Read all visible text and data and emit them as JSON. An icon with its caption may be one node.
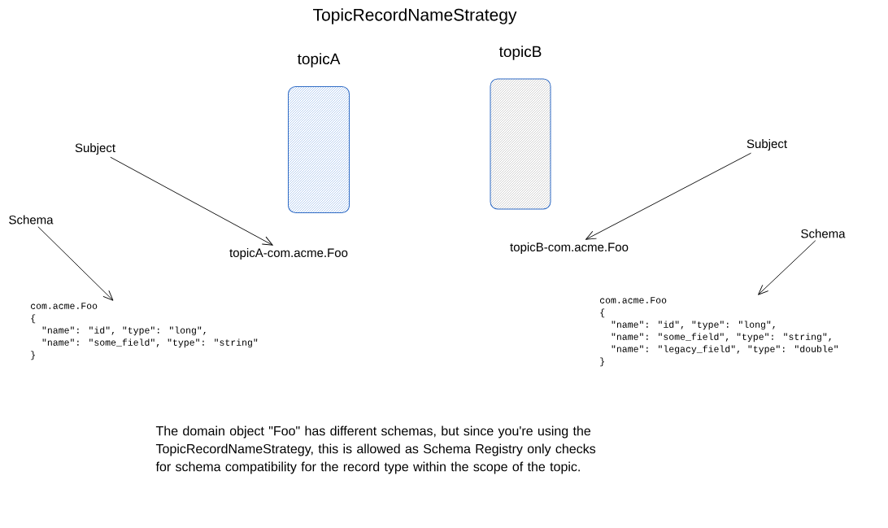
{
  "diagram": {
    "title": "TopicRecordNameStrategy",
    "nodes": [
      {
        "text": [
          "topicA"
        ]
      },
      {
        "text": [
          "topicB"
        ]
      },
      {
        "text": [
          "Subject"
        ]
      },
      {
        "text": [
          "topicA-com.acme.Foo"
        ]
      },
      {
        "text": [
          "Schema"
        ]
      },
      {
        "text": [
          "com.acme.Foo",
          "{",
          "\"name\": \"id\", \"type\": \"long\",",
          "\"name\": \"some_field\", \"type\": \"string\"",
          "}"
        ]
      },
      {
        "text": [
          "Subject"
        ]
      },
      {
        "text": [
          "topicB-com.acme.Foo"
        ]
      },
      {
        "text": [
          "Schema"
        ]
      },
      {
        "text": [
          "com.acme.Foo",
          "{",
          "\"name\": \"id\", \"type\": \"long\",",
          "\"name\": \"some_field\", \"type\": \"string\",",
          "\"name\": \"legacy_field\", \"type\": \"double\"",
          "}"
        ]
      }
    ],
    "edges": [
      {
        "from": 2,
        "to": 3,
        "arrow": "to"
      },
      {
        "from": 4,
        "to": 5,
        "arrow": "to"
      },
      {
        "from": 6,
        "to": 7,
        "arrow": "to"
      },
      {
        "from": 8,
        "to": 9,
        "arrow": "to"
      }
    ],
    "caption": "The domain object \"Foo\" has different schemas, but since you're using the TopicRecordNameStrategy, this is allowed as Schema Registry only checks for schema compatibility for the record type within the scope of the topic."
  }
}
